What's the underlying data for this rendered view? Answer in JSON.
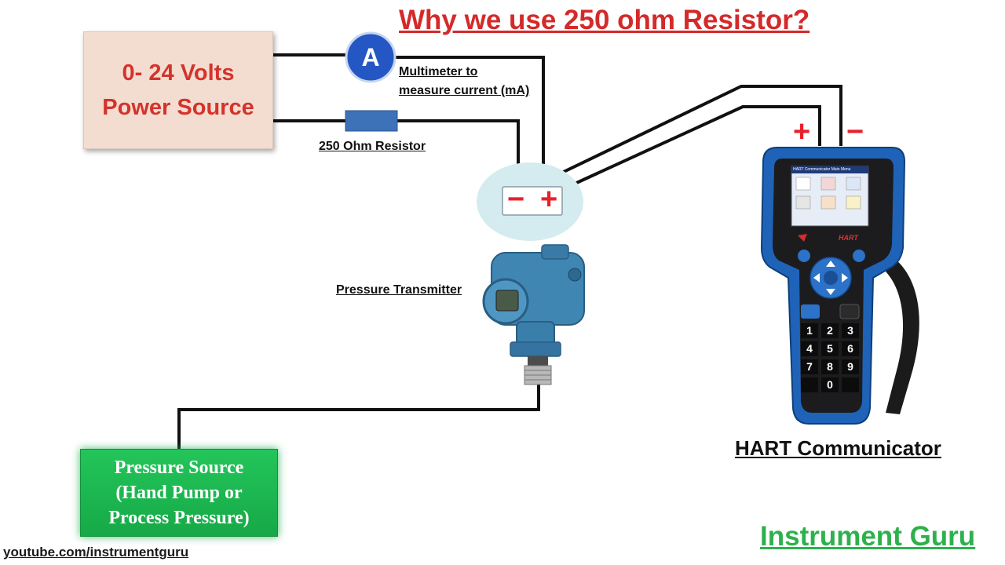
{
  "title": "Why we use 250 ohm Resistor?",
  "power_source": {
    "line1": "0- 24 Volts",
    "line2": "Power Source"
  },
  "ammeter_symbol": "A",
  "multimeter_label": {
    "line1": "Multimeter to",
    "line2": "measure current (mA)"
  },
  "resistor_label": "250 Ohm Resistor",
  "terminal": {
    "minus": "−",
    "plus": "+"
  },
  "transmitter_label": "Pressure Transmitter",
  "pressure_source": {
    "line1": "Pressure Source",
    "line2": "(Hand Pump or",
    "line3": "Process Pressure)"
  },
  "hart": {
    "plus": "+",
    "minus": "−",
    "label": "HART Communicator",
    "screen_title": "HART Communicator Main Menu",
    "brand": "HART",
    "keys": [
      "1",
      "2",
      "3",
      "4",
      "5",
      "6",
      "7",
      "8",
      "9",
      "0"
    ]
  },
  "brand": "Instrument Guru",
  "youtube": "youtube.com/instrumentguru",
  "colors": {
    "title_red": "#d42a2a",
    "power_bg": "#f3ddd0",
    "pressure_green": "#1fb851",
    "brand_green": "#2db14c",
    "ammeter_blue": "#2456c4",
    "resistor_blue": "#3d72b9",
    "hart_blue": "#1f63b8"
  }
}
